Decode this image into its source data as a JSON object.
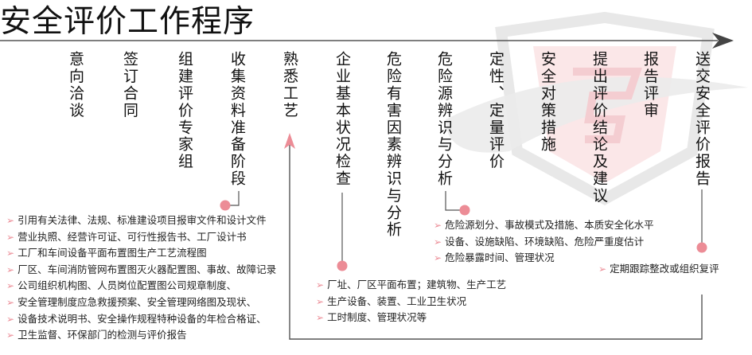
{
  "title": "安全评价工作程序",
  "colors": {
    "accent": "#ec8c96",
    "line": "#555555",
    "watermark": "#e6e6e6"
  },
  "steps": [
    "意向洽谈",
    "签订合同",
    "组建评价专家组",
    "收集资料准备阶段",
    "熟悉工艺",
    "企业基本状况检查",
    "危险有害因素辨识与分析",
    "危险源辨识与分析",
    "定性、定量评价",
    "安全对策措施",
    "提出评价结论及建议",
    "报告评审",
    "送交安全评价报告"
  ],
  "bullet_icon": "pink-arrowhead-icon",
  "details": {
    "collect": [
      "引用有关法律、法规、标准建设项目报审文件和设计文件",
      "营业执照、经营许可证、可行性报告书、工厂设计书",
      "工厂和车间设备平面布置图生产工艺流程图",
      "厂区、车间消防管网布置图灭火器配置图、事故、故障记录",
      "公司组织机构图、人员岗位配置图公司规章制度、",
      "安全管理制度应急救援预案、安全管理网络图及现状、",
      "设备技术说明书、安全操作规程特种设备的年检合格证、",
      "卫生监督、环保部门的检测与评价报告"
    ],
    "inspection": [
      "厂址、厂区平面布置；建筑物、生产工艺",
      "生产设备、装置、工业卫生状况",
      "工时制度、管理状况等"
    ],
    "hazard": [
      "危险源划分、事故模式及措施、本质安全化水平",
      "设备、设施缺陷、环境缺陷、危险严重度估计",
      "危险暴露时间、管理状况"
    ],
    "report": [
      "定期跟踪整改或组织复评"
    ]
  }
}
